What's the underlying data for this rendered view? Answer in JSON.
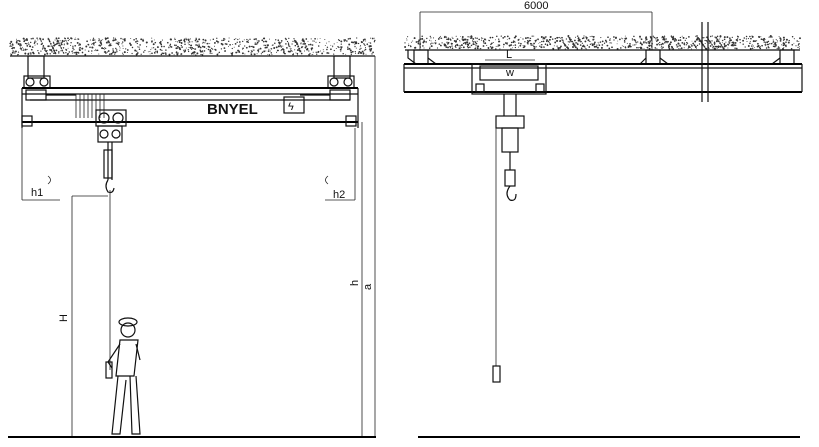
{
  "diagram": {
    "brand_label": "BNYEL",
    "electric_symbol": "ϟ",
    "labels": {
      "h1": "h1",
      "h2": "h2",
      "H": "H",
      "h": "h",
      "a": "a",
      "span": "6000",
      "L": "L",
      "w": "w"
    }
  }
}
